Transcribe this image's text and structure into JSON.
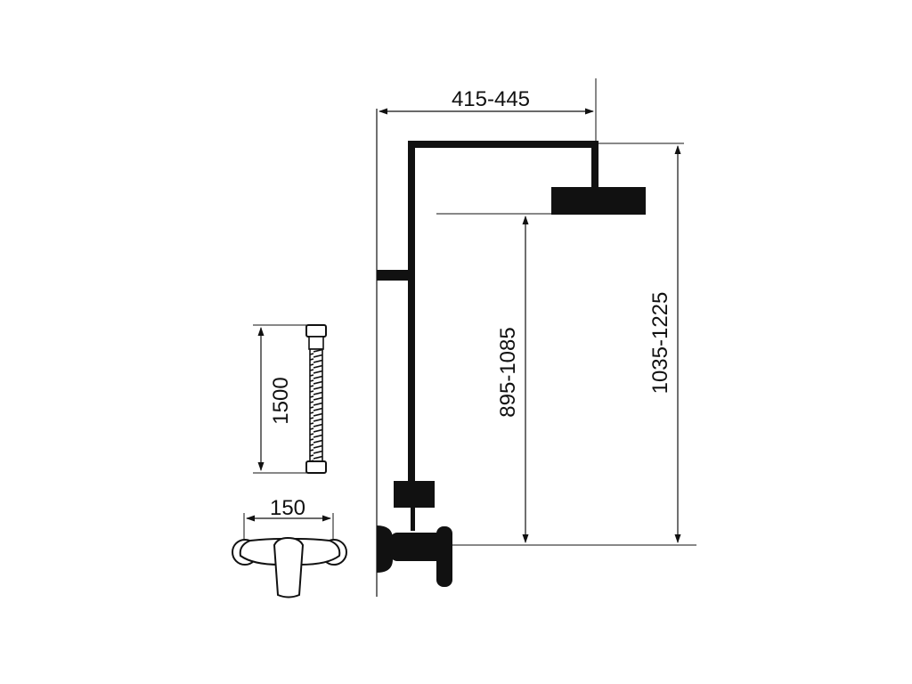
{
  "dimensions": {
    "arm_reach": "415-445",
    "shower_head_height": "895-1085",
    "total_height": "1035-1225",
    "hose_length": "1500",
    "mixer_spacing": "150"
  },
  "colors": {
    "line": "#111111",
    "fill": "#111111",
    "background": "#ffffff"
  }
}
